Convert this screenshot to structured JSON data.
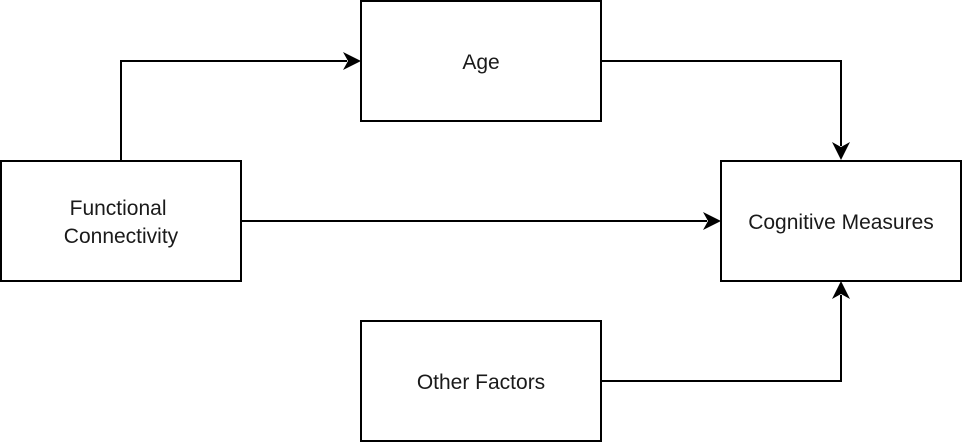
{
  "diagram": {
    "nodes": {
      "functional_connectivity": {
        "label_line1": "Functional",
        "label_line2": "Connectivity"
      },
      "age": {
        "label": "Age"
      },
      "cognitive_measures": {
        "label": "Cognitive Measures"
      },
      "other_factors": {
        "label": "Other Factors"
      }
    },
    "edges": [
      {
        "from": "Functional Connectivity",
        "to": "Age"
      },
      {
        "from": "Age",
        "to": "Cognitive Measures"
      },
      {
        "from": "Functional Connectivity",
        "to": "Cognitive Measures"
      },
      {
        "from": "Other Factors",
        "to": "Cognitive Measures"
      }
    ],
    "colors": {
      "stroke": "#000000",
      "fill": "#ffffff",
      "text": "#1a1a1a"
    }
  }
}
